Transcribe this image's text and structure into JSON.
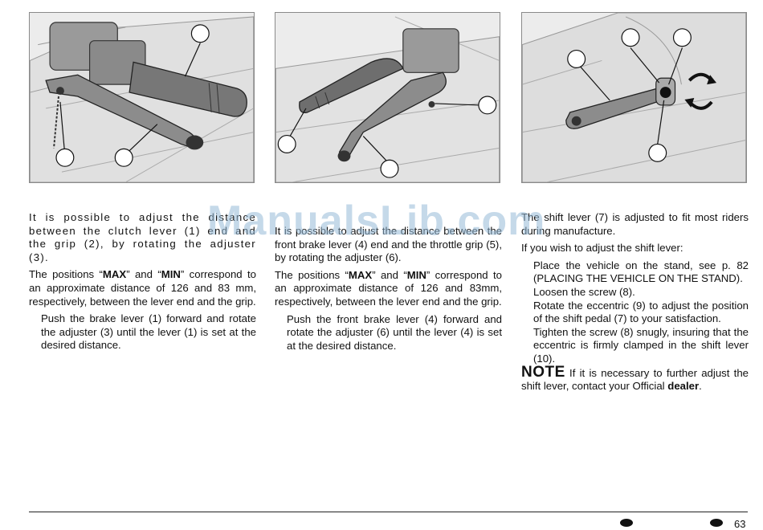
{
  "watermark": "ManualsLib.com",
  "col1": {
    "p1": "It is possible to adjust the distance between the clutch lever (1) end and the grip (2), by rotating the adjuster (3).",
    "p2_before": "The positions “",
    "p2_max": "MAX",
    "p2_and": "” and “",
    "p2_min": "MIN",
    "p2_after": "” correspond to an approximate distance of 126 and 83 mm, respectively, between the lever end and the grip.",
    "step1": "Push the brake lever (1) forward and rotate the adjuster (3) until the lever (1) is set at the desired distance."
  },
  "col2": {
    "p1": "It is possible to adjust the distance between the front brake lever (4) end and the throttle grip (5), by rotating the adjuster (6).",
    "p2_before": "The positions “",
    "p2_max": "MAX",
    "p2_and": "” and “",
    "p2_min": "MIN",
    "p2_after": "” correspond to an approximate distance of 126 and 83mm, respectively, between the lever end and the grip.",
    "step1": "Push the front brake lever (4) forward and rotate the adjuster (6) until the lever (4) is set at the desired distance."
  },
  "col3": {
    "p1": "The shift lever (7) is adjusted to fit most riders during manufacture.",
    "p2": "If you wish to adjust the shift lever:",
    "step1": "Place the vehicle on the stand, see p. 82 (PLACING THE VEHICLE ON THE STAND).",
    "step2": "Loosen the screw (8).",
    "step3": "Rotate the eccentric (9) to adjust the position of the shift pedal (7) to your satisfaction.",
    "step4": "Tighten the screw (8) snugly, insuring that the eccentric is firmly clamped in the shift lever (10).",
    "note_label": "NOTE",
    "note_text": " If it is necessary to further adjust the shift lever, contact your Official ",
    "note_bold": "dealer",
    "note_end": "."
  },
  "footer": {
    "page_number": "63"
  }
}
